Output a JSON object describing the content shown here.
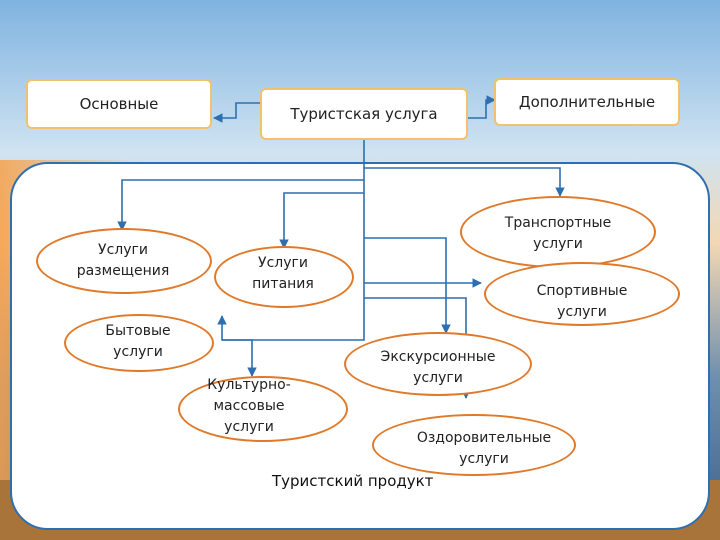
{
  "colors": {
    "accent_line": "#2e6fb0",
    "ellipse_border": "#e07a2a",
    "box_border": "#f2c26a"
  },
  "top": {
    "center": "Туристская услуга",
    "left": "Основные",
    "right": "Дополнительные"
  },
  "services": {
    "accommodation": "Услуги\nразмещения",
    "catering": "Услуги\nпитания",
    "transport": "Транспортные\nуслуги",
    "sports": "Спортивные\nуслуги",
    "household": "Бытовые\nуслуги",
    "excursion": "Экскурсионные\nуслуги",
    "cultural": "Культурно-\nмассовые\nуслуги",
    "wellness": "Оздоровительные\nуслуги"
  },
  "footer": "Туристский продукт"
}
